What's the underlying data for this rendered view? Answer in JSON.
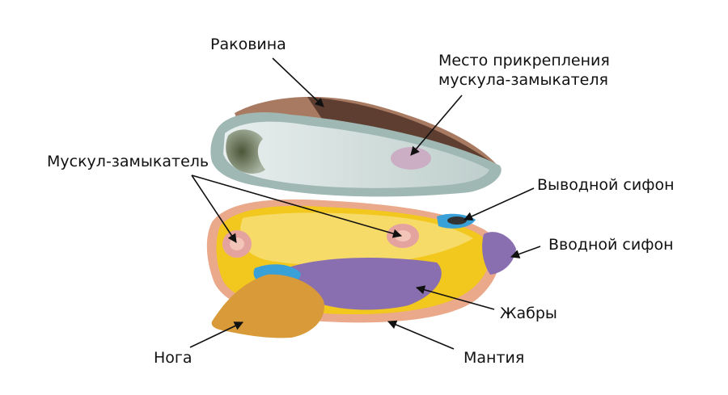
{
  "diagram": {
    "subject": "Bivalve mollusc anatomy",
    "labels": {
      "shell": "Раковина",
      "muscle_attachment_line1": "Место прикрепления",
      "muscle_attachment_line2": "мускула-замыкателя",
      "adductor_muscle": "Мускул-замыкатель",
      "exhalant_siphon": "Выводной сифон",
      "inhalant_siphon": "Вводной сифон",
      "gills": "Жабры",
      "foot": "Нога",
      "mantle": "Мантия"
    },
    "colors": {
      "shell_outer": "#a87a62",
      "shell_dark": "#5e3e30",
      "shell_inner": "#c9d8d6",
      "shell_rim": "#9fb8b4",
      "attachment_scar": "#cbaec4",
      "mantle_edge": "#e9a98a",
      "body_yellow": "#f2c81e",
      "body_light": "#f7e07a",
      "gills": "#8a6fb0",
      "foot": "#d99a3a",
      "siphon_blue": "#3aa0d8",
      "muscle": "#e5a3a0"
    }
  }
}
